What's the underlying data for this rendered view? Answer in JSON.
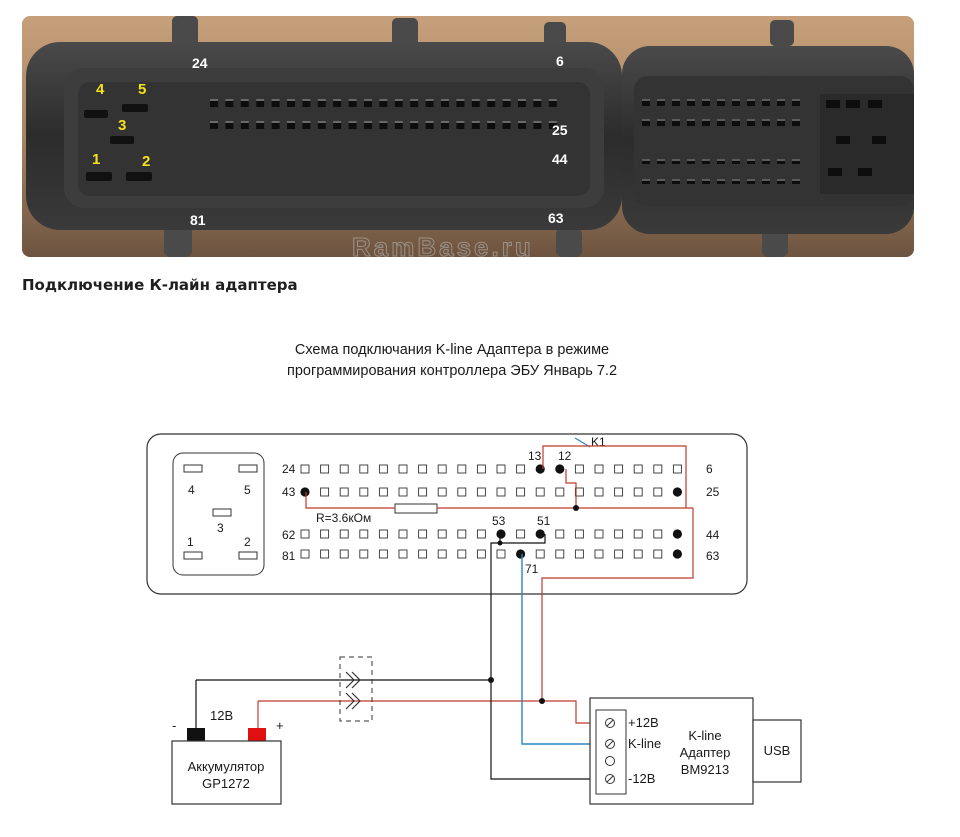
{
  "photo": {
    "pin_labels": {
      "p24": "24",
      "p6": "6",
      "p25": "25",
      "p44": "44",
      "p81": "81",
      "p63": "63",
      "p4": "4",
      "p5": "5",
      "p3": "3",
      "p1": "1",
      "p2": "2"
    },
    "watermark": "RamBase.ru"
  },
  "caption": "Подключение К-лайн адаптера",
  "schematic": {
    "title_line1": "Схема подключания K-line Адаптера в режиме",
    "title_line2": "программирования контроллера ЭБУ Январь 7.2",
    "row_labels": {
      "r24": "24",
      "r43": "43",
      "r62": "62",
      "r81": "81",
      "r6": "6",
      "r25": "25",
      "r44": "44",
      "r63": "63"
    },
    "pin_labels": {
      "p13": "13",
      "p12": "12",
      "p53": "53",
      "p51": "51",
      "p71": "71"
    },
    "power_pins": {
      "p4": "4",
      "p5": "5",
      "p3": "3",
      "p1": "1",
      "p2": "2"
    },
    "relay_label": "K1",
    "resistor_label": "R=3.6кОм",
    "battery": {
      "voltage": "12В",
      "minus": "-",
      "plus": "+",
      "name": "Аккумулятор",
      "model": "GP1272"
    },
    "adapter": {
      "pin_plus12": "+12В",
      "pin_kline": "K-line",
      "pin_minus12": "-12В",
      "name1": "K-line",
      "name2": "Адаптер",
      "model": "BM9213"
    },
    "usb_label": "USB"
  },
  "colors": {
    "red_wire": "#c0392b",
    "blue_wire": "#2e86c1",
    "black_wire": "#111111",
    "terminal_red": "#e01010",
    "terminal_black": "#111111",
    "label_yellow": "#f3e21c"
  }
}
